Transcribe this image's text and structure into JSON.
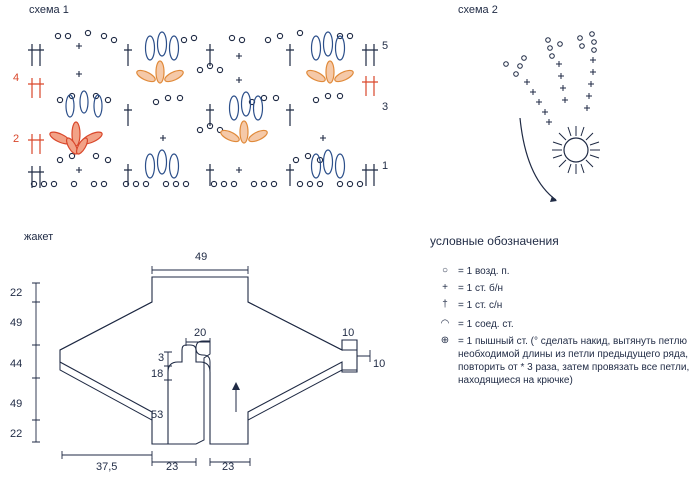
{
  "schemes": {
    "scheme1_label": "схема 1",
    "scheme2_label": "схема 2",
    "row_numbers_right": [
      "5",
      "3",
      "1"
    ],
    "row_numbers_left": [
      "4",
      "2"
    ]
  },
  "jacket": {
    "label": "жакет",
    "dimensions": {
      "top_width": "49",
      "neck_width": "20",
      "sleeve_cuff_w": "10",
      "sleeve_cuff_h": "10",
      "slit_3": "3",
      "slit_18": "18",
      "slit_53": "53",
      "bottom_left_long": "37,5",
      "bottom_23_left": "23",
      "bottom_23_right": "23",
      "left_22_top": "22",
      "left_49_top": "49",
      "left_44": "44",
      "left_49_bottom": "49",
      "left_22_bottom": "22"
    }
  },
  "legend": {
    "title": "условные обозначения",
    "items": [
      {
        "symbol": "○",
        "text": "= 1 возд. п."
      },
      {
        "symbol": "+",
        "text": "= 1 ст. б/н"
      },
      {
        "symbol": "†",
        "text": "= 1 ст. с/н"
      },
      {
        "symbol": "◠",
        "text": "= 1 соед. ст."
      },
      {
        "symbol": "⊕",
        "text": "= 1 пышный ст. (° сделать накид, вытянуть петлю необходимой длины из петли предыдущего ряда, повторить от * 3 раза, затем провязать все петли, находящиеся на крючке)"
      }
    ]
  },
  "colors": {
    "ink": "#1f2a44",
    "red": "#d9472b",
    "orange": "#e08a3a",
    "blue": "#2c4f8a"
  }
}
